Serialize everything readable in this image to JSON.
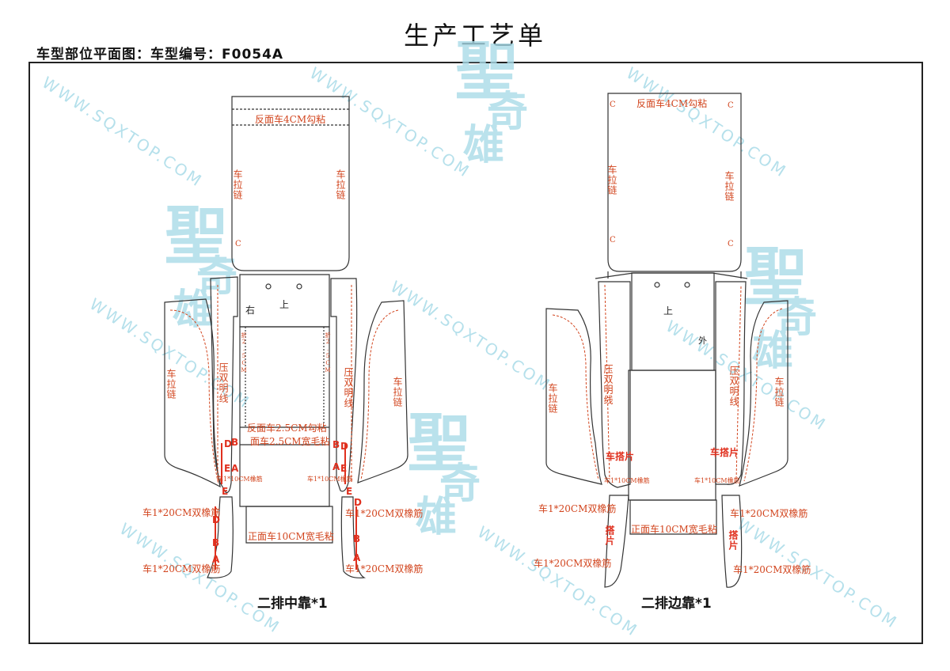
{
  "title": "生产工艺单",
  "subtitle": "车型部位平面图：车型编号：F0054A",
  "watermark": {
    "text": "WWW.SQXTOP.COM",
    "logo_main": "聖",
    "logo_sub1": "奇",
    "logo_sub2": "雄",
    "color": "#a9dbe8"
  },
  "colors": {
    "outline": "#333333",
    "annotation": "#d2451e",
    "stitch": "#e0301e"
  },
  "left": {
    "caption": "二排中靠*1",
    "top_fold": "反面车4CM勾粘",
    "zip_left": "车拉链",
    "zip_right": "车拉链",
    "c_mark": "C",
    "right_word": "右",
    "up_word": "上",
    "side_zip_left": "车拉链",
    "side_zip_right": "车拉链",
    "press_left": "压双明线",
    "press_right": "压双明线",
    "fold_mid": "反面车2.5CM勾粘",
    "wide_mid": "面车2.5CM宽毛粘",
    "wide_bottom": "正面车10CM宽毛粘",
    "tiny_left": "车1*10CM橡筋",
    "tiny_right": "车1*10CM橡筋",
    "elastic_top_left": "车1*20CM双橡筋",
    "elastic_top_right": "车1*20CM双橡筋",
    "elastic_bot_left": "车1*20CM双橡筋",
    "elastic_bot_right": "车1*20CM双橡筋",
    "strip_text_1": "折2.5CM",
    "strip_text_2": "折2.5CM",
    "marks": {
      "d": "D",
      "b": "B",
      "e": "E",
      "a": "A"
    }
  },
  "right": {
    "caption": "二排边靠*1",
    "top_fold": "反面车4CM勾粘",
    "zip_left": "车拉链",
    "zip_right": "车拉链",
    "c_mark": "C",
    "up_word": "上",
    "out_word": "外",
    "side_zip_left": "车拉链",
    "side_zip_right": "车拉链",
    "press_left": "压双明线",
    "press_right": "压双明线",
    "tab_left": "车搭片",
    "tab_right": "车搭片",
    "tab_v_left": "搭片",
    "tab_v_right": "搭片",
    "tiny_left": "车1*10CM橡筋",
    "tiny_right": "车1*10CM橡筋",
    "wide_bottom": "正面车10CM宽毛粘",
    "elastic_top_left": "车1*20CM双橡筋",
    "elastic_top_right": "车1*20CM双橡筋",
    "elastic_bot_left": "车1*20CM双橡筋",
    "elastic_bot_right": "车1*20CM双橡筋"
  }
}
